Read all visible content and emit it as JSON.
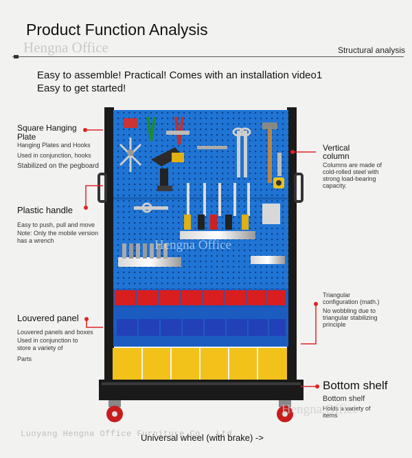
{
  "header": {
    "title": "Product Function Analysis",
    "watermark": "Hengna Office",
    "subtitle": "Structural analysis",
    "intro_line1": "Easy to assemble! Practical! Comes with an installation video1",
    "intro_line2": "Easy to get started!"
  },
  "left_labels": {
    "square_title": "Square Hanging Plate",
    "square_line1": "Hanging Plates and Hooks",
    "square_line2": "Used in conjunction, hooks",
    "square_line3": "Stabilized on the pegboard",
    "handle_title": "Plastic handle",
    "handle_line1": "Easy to push, pull and move",
    "handle_line2": "Note: Only the mobile version",
    "handle_line3": "has a wrench",
    "louver_title": "Louvered panel",
    "louver_line1": "Louvered panels and boxes",
    "louver_line2": "Used in conjunction to",
    "louver_line3": "store a variety of",
    "louver_line4": "Parts"
  },
  "right_labels": {
    "column_title1": "Vertical",
    "column_title2": "column",
    "column_line1": "Columns are made of",
    "column_line2": "cold-rolled steel with",
    "column_line3": "strong load-bearing",
    "column_line4": "capacity.",
    "tri_line1": "Triangular",
    "tri_line2": "configuration (math.)",
    "tri_line3": "No wobbling due to",
    "tri_line4": "triangular stabilizing",
    "tri_line5": "principle",
    "shelf_title": "Bottom shelf",
    "shelf_sub": "Bottom shelf",
    "shelf_line1": "Holds a variety of",
    "shelf_line2": "items"
  },
  "footer": {
    "wheel_text": "Universal wheel (with brake) ->",
    "company_watermark": "Luoyang Hengna Office Furniture Co., Ltd.",
    "center_watermark": "Hengna Office",
    "shelf_watermark": "Hengna Office"
  },
  "colors": {
    "pegboard": "#1f74d4",
    "frame": "#1a1a1a",
    "bin_red": "#d81e1e",
    "bin_blue": "#2240b8",
    "bin_yellow": "#f2c21a",
    "callout": "#e22222"
  }
}
